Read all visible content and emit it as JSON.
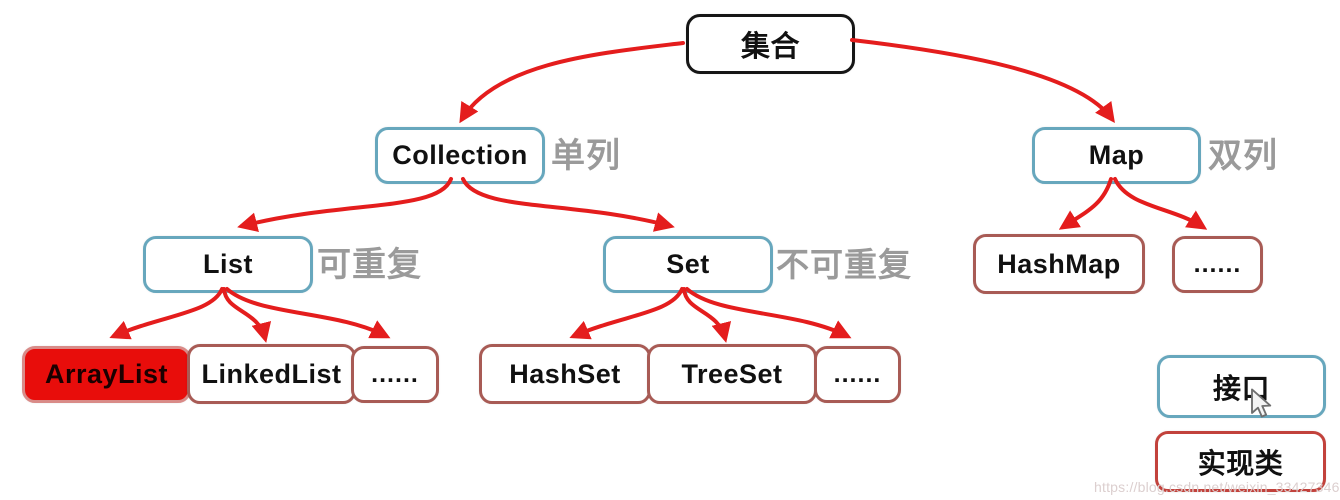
{
  "diagram": {
    "root": {
      "label": "集合"
    },
    "level1": {
      "collection": {
        "label": "Collection",
        "note": "单列"
      },
      "map": {
        "label": "Map",
        "note": "双列"
      }
    },
    "level2": {
      "list": {
        "label": "List",
        "note": "可重复"
      },
      "set": {
        "label": "Set",
        "note": "不可重复"
      },
      "hashmap": {
        "label": "HashMap"
      },
      "map_more": {
        "label": "......"
      }
    },
    "level3": {
      "arraylist": {
        "label": "ArrayList"
      },
      "linkedlist": {
        "label": "LinkedList"
      },
      "list_more": {
        "label": "......"
      },
      "hashset": {
        "label": "HashSet"
      },
      "treeset": {
        "label": "TreeSet"
      },
      "set_more": {
        "label": "......"
      }
    },
    "legend": {
      "interface_label": "接口",
      "implementation_label": "实现类"
    },
    "watermark": "https://blog.csdn.net/weixin_33427346",
    "colors": {
      "arrow_red": "#e41d1d",
      "interface_border_blue": "#67a7bd",
      "implementation_border_brown": "#a85b55",
      "legend_implementation_border_red": "#c2423c",
      "highlight_fill_red": "#e80d0b",
      "root_border_black": "#161616",
      "annotation_gray": "#9a9a9a"
    }
  }
}
